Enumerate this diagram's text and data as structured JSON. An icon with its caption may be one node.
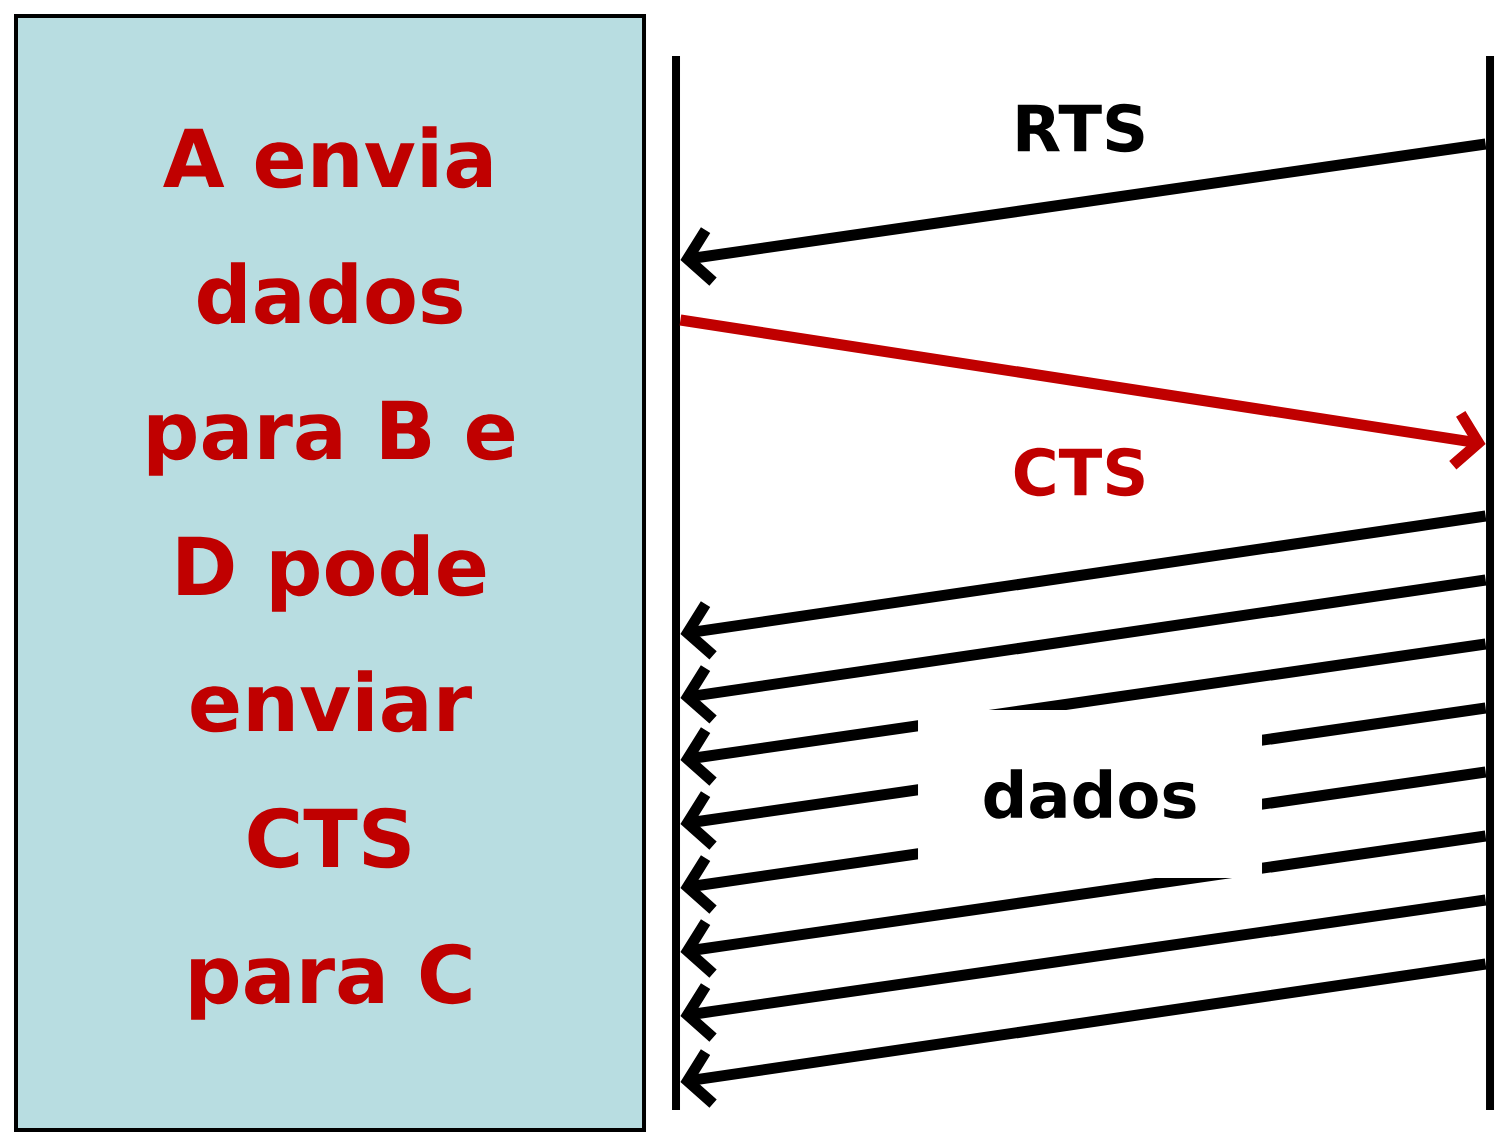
{
  "diagram": {
    "nodes": [
      {
        "text": [
          "A envia dados para B e D pode enviar CTS para C"
        ]
      },
      {
        "text": [],
        "shape": "bar"
      },
      {
        "text": [],
        "shape": "bar"
      }
    ],
    "edges": [
      {
        "from": 2,
        "to": 1,
        "arrow": "to",
        "label": "RTS"
      },
      {
        "from": 1,
        "to": 2,
        "arrow": "to",
        "label": "CTS",
        "color": "#c00000"
      },
      {
        "from": 2,
        "to": 1,
        "arrow": "to"
      },
      {
        "from": 2,
        "to": 1,
        "arrow": "to"
      },
      {
        "from": 2,
        "to": 1,
        "arrow": "to"
      },
      {
        "from": 2,
        "to": 1,
        "arrow": "to",
        "label": "dados"
      },
      {
        "from": 2,
        "to": 1,
        "arrow": "to"
      },
      {
        "from": 2,
        "to": 1,
        "arrow": "to"
      },
      {
        "from": 2,
        "to": 1,
        "arrow": "to"
      },
      {
        "from": 2,
        "to": 1,
        "arrow": "to"
      }
    ]
  }
}
